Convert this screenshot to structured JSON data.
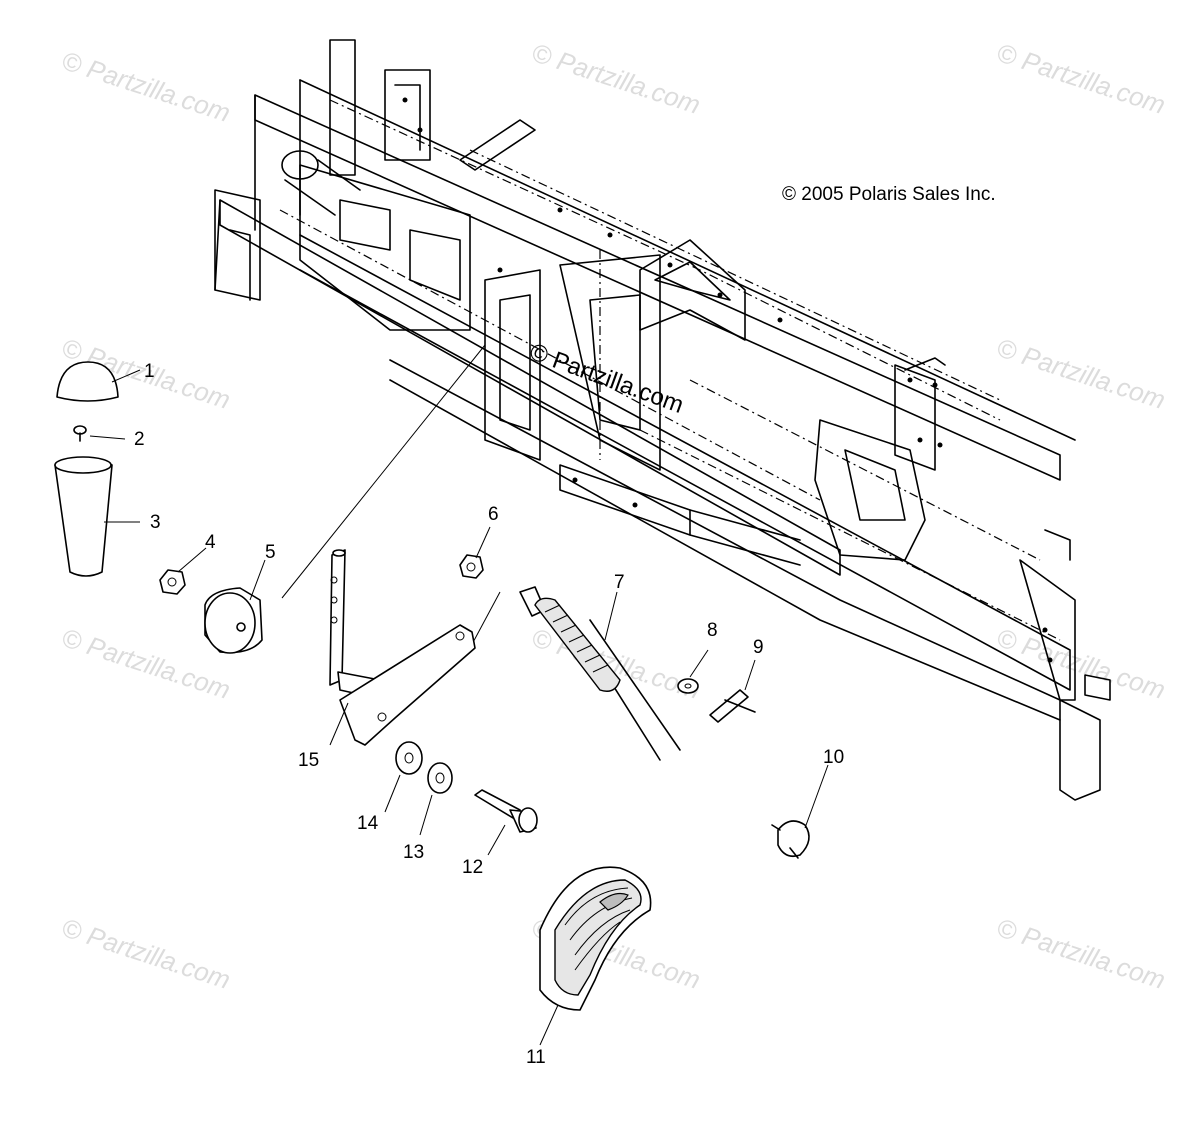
{
  "copyright": "© 2005 Polaris Sales Inc.",
  "watermark": "© Partzilla.com",
  "center_watermark": "© Partzilla.com",
  "callouts": [
    "1",
    "2",
    "3",
    "4",
    "5",
    "6",
    "7",
    "8",
    "9",
    "10",
    "11",
    "12",
    "13",
    "14",
    "15"
  ]
}
